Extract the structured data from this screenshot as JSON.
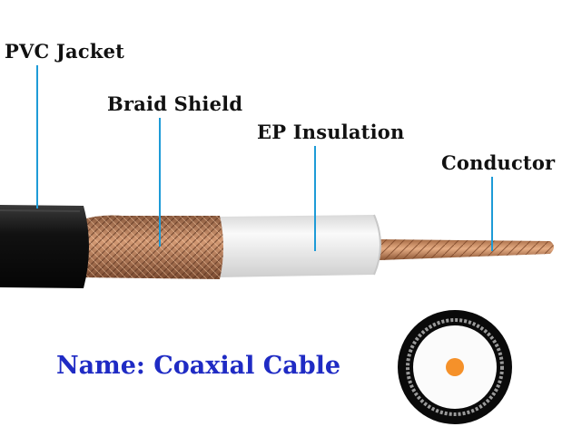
{
  "labels": {
    "jacket": "PVC Jacket",
    "braid": "Braid Shield",
    "insulation": "EP Insulation",
    "conductor": "Conductor"
  },
  "name_text": "Name: Coaxial Cable",
  "colors": {
    "label_text": "#111111",
    "leader_line": "#1e9bd7",
    "name_text": "#1f2bc4",
    "jacket": "#0d0d0d",
    "braid": "#b87a55",
    "insulation": "#ebebeb",
    "conductor": "#c98a5e",
    "core_dot": "#f5912a"
  }
}
